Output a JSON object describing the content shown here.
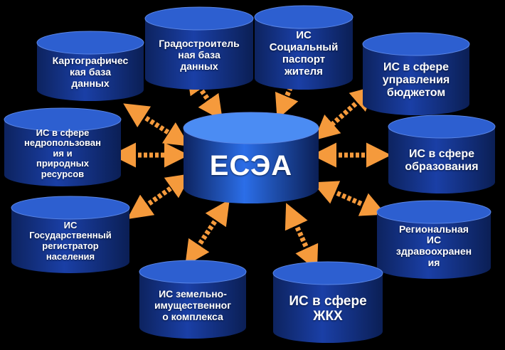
{
  "center": {
    "label": "ЕСЭА"
  },
  "nodes": [
    {
      "id": "cartographic",
      "label": "Картографичес\nкая база\nданных"
    },
    {
      "id": "urban",
      "label": "Градостроитель\nная база\nданных"
    },
    {
      "id": "social-passport",
      "label": "ИС\nСоциальный\nпаспорт\nжителя"
    },
    {
      "id": "budget",
      "label": "ИС в сфере\nуправления\nбюджетом"
    },
    {
      "id": "subsoil",
      "label": "ИС в сфере\nнедропользован\nия    и\nприродных\nресурсов"
    },
    {
      "id": "education",
      "label": "ИС в сфере\nобразования"
    },
    {
      "id": "population-registrar",
      "label": "ИС\nГосударственный\nрегистратор\nнаселения"
    },
    {
      "id": "healthcare",
      "label": "Региональная\nИС\nздравоохранен\nия"
    },
    {
      "id": "land-property",
      "label": "ИС земельно-\nимущественног\nо комплекса"
    },
    {
      "id": "housing",
      "label": "ИС в сфере\nЖКХ"
    }
  ],
  "colors": {
    "background": "#000000",
    "cylinder_body": "#1a3fa6",
    "cylinder_top": "#2d5fd0",
    "center_body": "#2b6ee8",
    "center_top": "#4b8cf3",
    "arrow": "#f59a3c",
    "text": "#ffffff"
  }
}
